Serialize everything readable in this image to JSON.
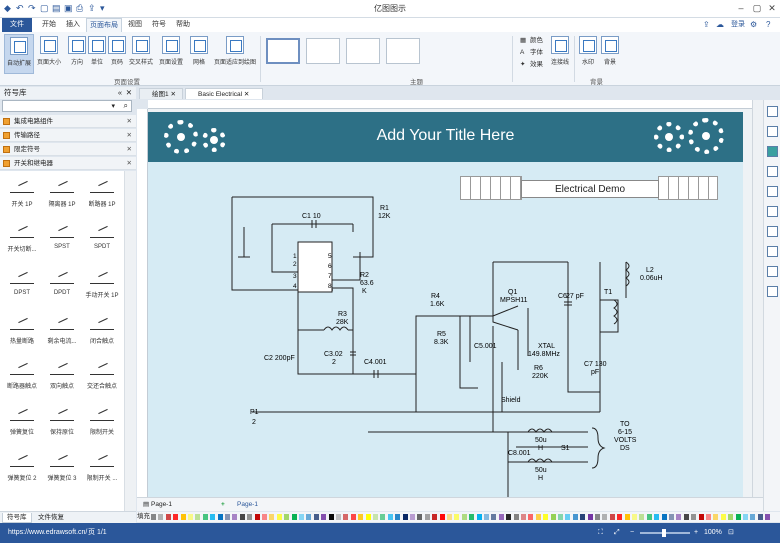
{
  "app": {
    "title": "亿图图示"
  },
  "menu": {
    "tabs": [
      "文件",
      "开始",
      "插入",
      "页面布局",
      "视图",
      "符号",
      "帮助"
    ],
    "login": "登录"
  },
  "ribbon": {
    "buttons": [
      "自动扩展",
      "页面大小",
      "方向",
      "单位",
      "页码",
      "交叉样式",
      "页面设置",
      "网格",
      "页面适应到绘图"
    ],
    "group1": "页面设置",
    "group2": "主题",
    "group3": "背景",
    "theme_options": [
      "颜色",
      "字体",
      "效果"
    ],
    "connector": "连接线",
    "watermark": "水印",
    "background": "背景"
  },
  "symbol_library": {
    "title": "符号库",
    "categories": [
      "集成电路组件",
      "传输路径",
      "限定符号",
      "开关和继电器"
    ],
    "symbols": [
      "开关 1P",
      "隔离器 1P",
      "断路器 1P",
      "开关切断...",
      "SPST",
      "SPDT",
      "DPST",
      "DPDT",
      "手动开关 1P",
      "热量断路",
      "剩余电流...",
      "闭合触点",
      "断路器触点",
      "双向触点",
      "交还合触点",
      "弹簧复位",
      "保持原位",
      "限制开关",
      "弹簧复位 2",
      "弹簧复位 3",
      "限制开关 ..."
    ],
    "bottom_tabs": [
      "符号库",
      "文件恢复"
    ]
  },
  "doc_tabs": [
    "绘图1",
    "Basic Electrical"
  ],
  "diagram": {
    "banner_title": "Add Your Title Here",
    "demo_title": "Electrical Demo",
    "labels": {
      "r1": "R1",
      "r1v": "12K",
      "c1": "C1 10",
      "r2": "R2",
      "r2v": "63.6",
      "r2u": "K",
      "r3": "R3",
      "r3v": "28K",
      "c2": "C2 200pF",
      "c3": "C3.02",
      "c3v": "2",
      "c4": "C4.001",
      "r4": "R4",
      "r4v": "1.6K",
      "r5": "R5",
      "r5v": "8.3K",
      "c5": "C5.001",
      "q1": "Q1",
      "q1v": "MPSH11",
      "c6": "C6",
      "c6v": "27 pF",
      "xtal": "XTAL",
      "xtalv": "149.8MHz",
      "r6": "R6",
      "r6v": "220K",
      "shield": "Shield",
      "c7": "C7 130",
      "c7u": "pF",
      "t1": "T1",
      "l2": "L2",
      "l2v": "0.06uH",
      "p1": "P1",
      "p1v": "2",
      "l50a": "50u",
      "ha": "H",
      "s1": "S1",
      "c8": "C8.001",
      "l50b": "50u",
      "hb": "H",
      "to": "TO",
      "to2": "6-15",
      "to3": "VOLTS",
      "to4": "DS",
      "pins": [
        "1",
        "2",
        "3",
        "4",
        "5",
        "6",
        "7",
        "8"
      ]
    }
  },
  "page_tabs": {
    "left": "Page-1",
    "add": "+",
    "current": "Page-1"
  },
  "fill_label": "填充",
  "status": {
    "url": "https://www.edrawsoft.cn/",
    "page": "页 1/1",
    "zoom": "100%"
  }
}
